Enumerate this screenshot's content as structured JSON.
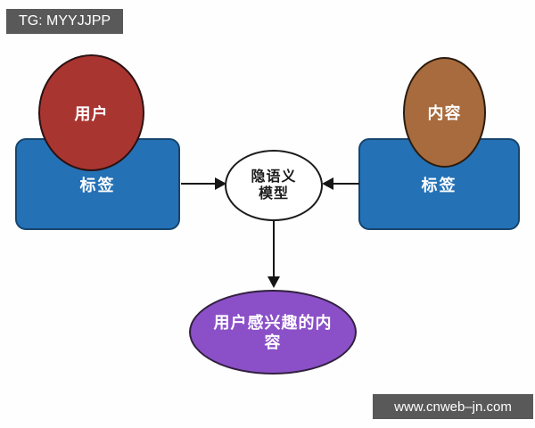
{
  "watermarks": {
    "top_left": "TG: MYYJJPP",
    "bottom_right": "www.cnweb–jn.com"
  },
  "diagram": {
    "left_group": {
      "ellipse_label": "用户",
      "rect_label": "标签"
    },
    "right_group": {
      "ellipse_label": "内容",
      "rect_label": "标签"
    },
    "model_node": {
      "line1": "隐语义",
      "line2": "模型"
    },
    "result_node": {
      "line1": "用户感兴趣的内",
      "line2": "容"
    }
  },
  "colors": {
    "tag_rect_fill": "#2471B6",
    "tag_rect_border": "#17456E",
    "user_ellipse_fill": "#A93531",
    "content_ellipse_fill": "#A86B3D",
    "model_ellipse_fill": "#FFFFFF",
    "result_ellipse_fill": "#8B50C8",
    "arrow_color": "#151515",
    "watermark_bg": "#595959",
    "watermark_text": "#FFFFFF",
    "background": "#FEFEFE"
  }
}
